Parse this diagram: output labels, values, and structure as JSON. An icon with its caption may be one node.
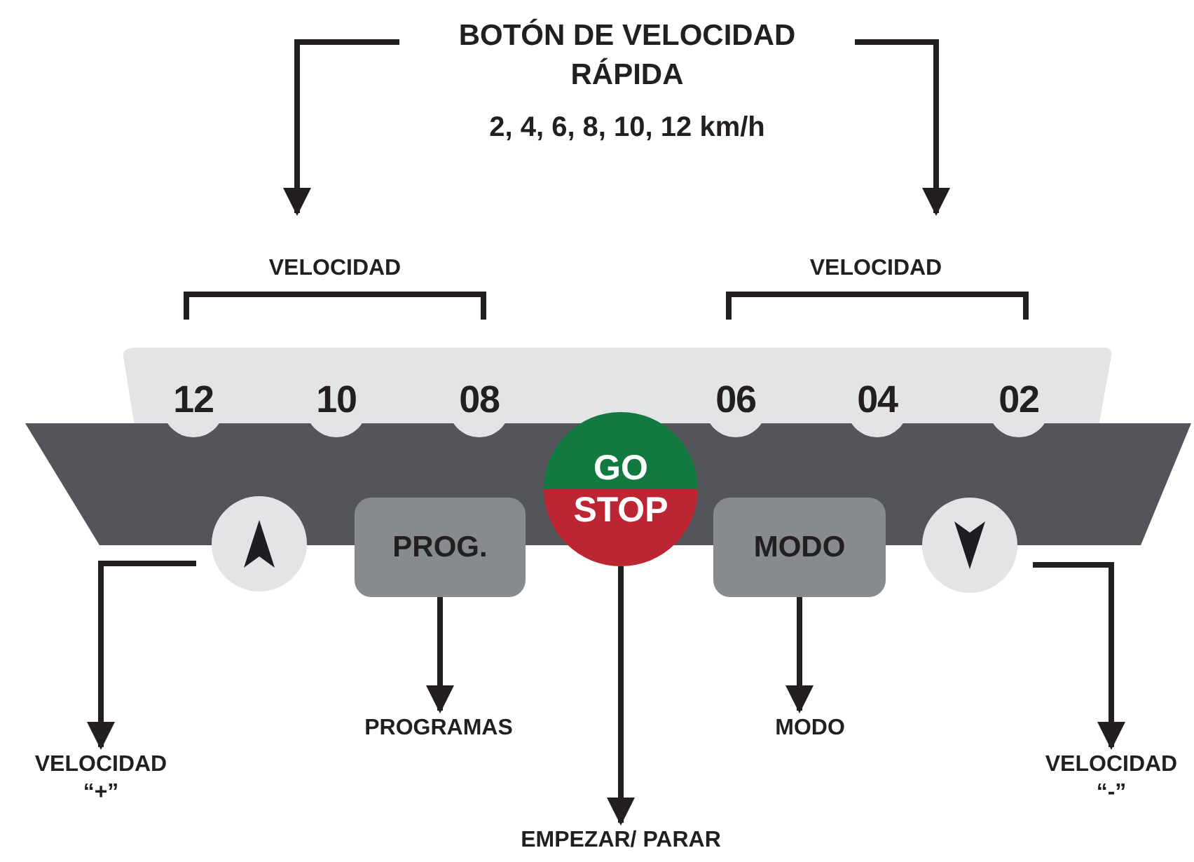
{
  "diagram": {
    "nodes": [
      {
        "text": [
          "BOTÓN DE VELOCIDAD RÁPIDA",
          "2, 4, 6, 8, 10, 12 km/h"
        ]
      },
      {
        "text": [
          "12"
        ]
      },
      {
        "text": [
          "10"
        ]
      },
      {
        "text": [
          "08"
        ]
      },
      {
        "text": [
          "06"
        ]
      },
      {
        "text": [
          "04"
        ]
      },
      {
        "text": [
          "02"
        ]
      },
      {
        "text": [],
        "shape": "circle"
      },
      {
        "text": [
          "PROG."
        ]
      },
      {
        "text": [
          "GO",
          "STOP"
        ]
      },
      {
        "text": [
          "MODO"
        ]
      },
      {
        "text": [],
        "shape": "circle"
      },
      {
        "text": [
          "VELOCIDAD “+”"
        ]
      },
      {
        "text": [
          "PROGRAMAS"
        ]
      },
      {
        "text": [
          "EMPEZAR/ PARAR"
        ]
      },
      {
        "text": [
          "MODO"
        ]
      },
      {
        "text": [
          "VELOCIDAD “-”"
        ]
      }
    ],
    "edges": [
      {
        "from": 0,
        "to": null,
        "arrow": "to"
      },
      {
        "from": 0,
        "to": null,
        "arrow": "to"
      },
      {
        "from": 7,
        "to": 12,
        "arrow": "to"
      },
      {
        "from": 8,
        "to": 13,
        "arrow": "to"
      },
      {
        "from": 9,
        "to": 14,
        "arrow": "to"
      },
      {
        "from": 10,
        "to": 15,
        "arrow": "to"
      },
      {
        "from": 11,
        "to": 16,
        "arrow": "to"
      }
    ],
    "labels": [
      "VELOCIDAD",
      "VELOCIDAD"
    ]
  }
}
